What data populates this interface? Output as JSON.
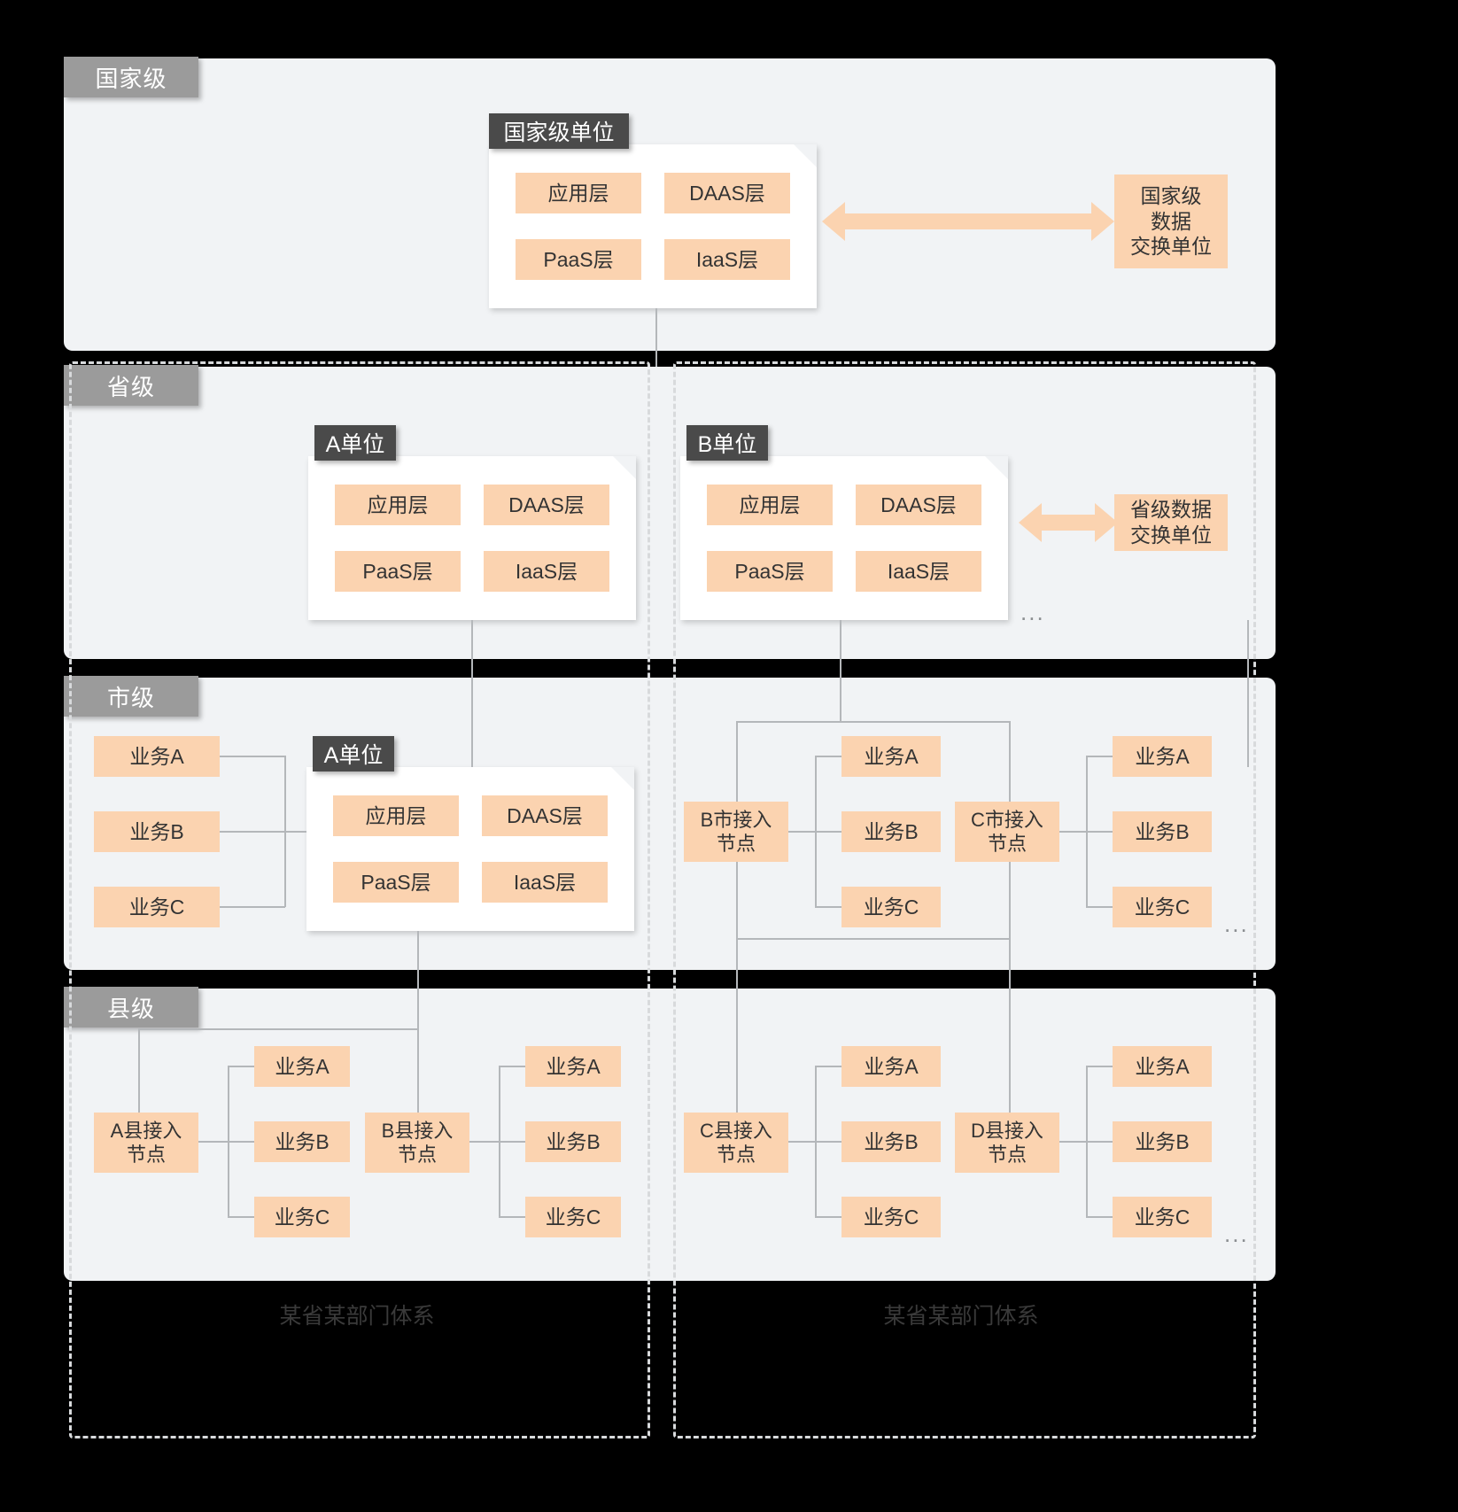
{
  "levels": [
    {
      "id": "national",
      "label": "国家级"
    },
    {
      "id": "provincial",
      "label": "省级"
    },
    {
      "id": "city",
      "label": "市级"
    },
    {
      "id": "county",
      "label": "县级"
    }
  ],
  "layer_names": {
    "app": "应用层",
    "daas": "DAAS层",
    "paas": "PaaS层",
    "iaas": "IaaS层"
  },
  "national": {
    "unit_tab": "国家级单位",
    "layers": [
      "应用层",
      "DAAS层",
      "PaaS层",
      "IaaS层"
    ],
    "exchange": "国家级\n数据\n交换单位",
    "exchange_lines": [
      "国家级",
      "数据",
      "交换单位"
    ]
  },
  "provincial": {
    "units": [
      {
        "tab": "A单位",
        "layers": [
          "应用层",
          "DAAS层",
          "PaaS层",
          "IaaS层"
        ]
      },
      {
        "tab": "B单位",
        "layers": [
          "应用层",
          "DAAS层",
          "PaaS层",
          "IaaS层"
        ]
      }
    ],
    "exchange_lines": [
      "省级数据",
      "交换单位"
    ],
    "ellipsis": "..."
  },
  "city": {
    "unit": {
      "tab": "A单位",
      "layers": [
        "应用层",
        "DAAS层",
        "PaaS层",
        "IaaS层"
      ]
    },
    "left_services": [
      "业务A",
      "业务B",
      "业务C"
    ],
    "nodes": [
      {
        "name_lines": [
          "B市接入",
          "节点"
        ],
        "services": [
          "业务A",
          "业务B",
          "业务C"
        ]
      },
      {
        "name_lines": [
          "C市接入",
          "节点"
        ],
        "services": [
          "业务A",
          "业务B",
          "业务C"
        ]
      }
    ],
    "ellipsis": "..."
  },
  "county": {
    "nodes": [
      {
        "name_lines": [
          "A县接入",
          "节点"
        ],
        "services": [
          "业务A",
          "业务B",
          "业务C"
        ]
      },
      {
        "name_lines": [
          "B县接入",
          "节点"
        ],
        "services": [
          "业务A",
          "业务B",
          "业务C"
        ]
      },
      {
        "name_lines": [
          "C县接入",
          "节点"
        ],
        "services": [
          "业务A",
          "业务B",
          "业务C"
        ]
      },
      {
        "name_lines": [
          "D县接入",
          "节点"
        ],
        "services": [
          "业务A",
          "业务B",
          "业务C"
        ]
      }
    ],
    "ellipsis": "..."
  },
  "regions": [
    {
      "label": "某省某部门体系"
    },
    {
      "label": "某省某部门体系"
    }
  ],
  "colors": {
    "panel": "#f1f3f5",
    "level_tab": "#9b9b9b",
    "unit_tab": "#4a4a4a",
    "orange": "#fbd3b0",
    "line": "#b4b7ba",
    "background": "#000000",
    "card": "#ffffff"
  }
}
